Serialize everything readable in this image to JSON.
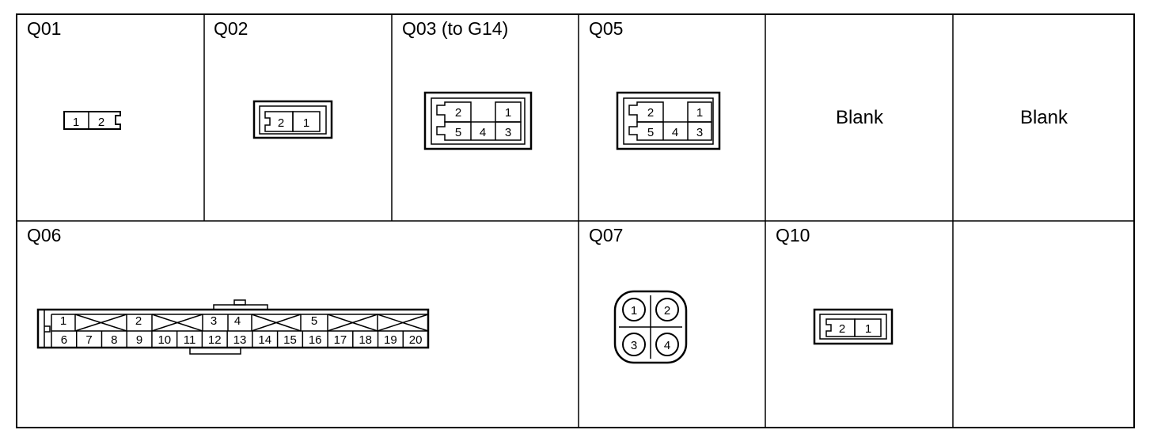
{
  "cells": {
    "q01": {
      "label": "Q01",
      "pins": [
        "1",
        "2"
      ]
    },
    "q02": {
      "label": "Q02",
      "pins": [
        "2",
        "1"
      ]
    },
    "q03": {
      "label": "Q03 (to G14)",
      "pins": [
        "2",
        "1",
        "5",
        "4",
        "3"
      ]
    },
    "q05": {
      "label": "Q05",
      "pins": [
        "2",
        "1",
        "5",
        "4",
        "3"
      ]
    },
    "blank1": {
      "text": "Blank"
    },
    "blank2": {
      "text": "Blank"
    },
    "q06": {
      "label": "Q06",
      "top_pins": [
        "1",
        "2",
        "3",
        "4",
        "5"
      ],
      "bottom_pins": [
        "6",
        "7",
        "8",
        "9",
        "10",
        "11",
        "12",
        "13",
        "14",
        "15",
        "16",
        "17",
        "18",
        "19",
        "20"
      ]
    },
    "q07": {
      "label": "Q07",
      "pins": [
        "1",
        "2",
        "3",
        "4"
      ]
    },
    "q10": {
      "label": "Q10",
      "pins": [
        "2",
        "1"
      ]
    }
  }
}
